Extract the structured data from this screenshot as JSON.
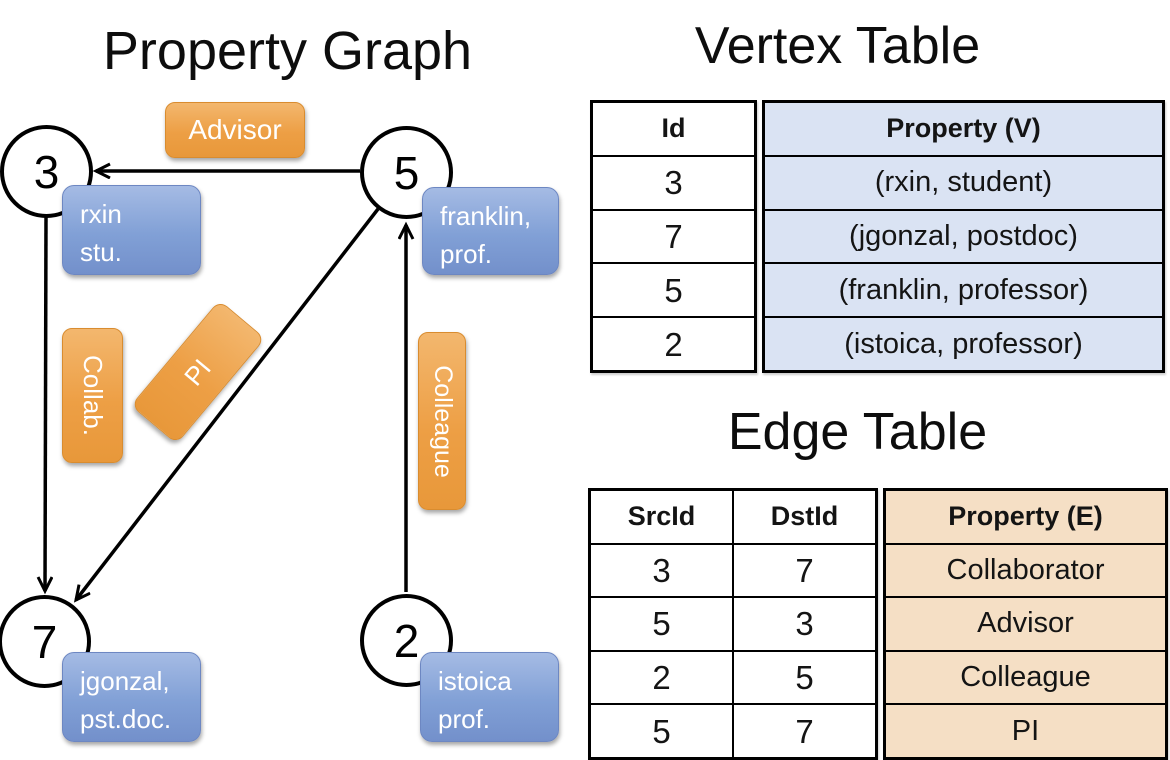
{
  "graph": {
    "title": "Property Graph",
    "nodes": [
      {
        "id": "3",
        "property_lines": [
          "rxin",
          "stu."
        ]
      },
      {
        "id": "5",
        "property_lines": [
          "franklin,",
          "prof."
        ]
      },
      {
        "id": "7",
        "property_lines": [
          "jgonzal,",
          "pst.doc."
        ]
      },
      {
        "id": "2",
        "property_lines": [
          "istoica",
          "prof."
        ]
      }
    ],
    "edge_labels": {
      "advisor": "Advisor",
      "collab": "Collab.",
      "pi": "PI",
      "colleague": "Colleague"
    },
    "edges": [
      {
        "src": "5",
        "dst": "3",
        "label": "Advisor"
      },
      {
        "src": "3",
        "dst": "7",
        "label": "Collab."
      },
      {
        "src": "5",
        "dst": "7",
        "label": "PI"
      },
      {
        "src": "2",
        "dst": "5",
        "label": "Colleague"
      }
    ]
  },
  "vertex_table": {
    "title": "Vertex Table",
    "columns": [
      "Id",
      "Property (V)"
    ],
    "rows": [
      [
        "3",
        "(rxin, student)"
      ],
      [
        "7",
        "(jgonzal, postdoc)"
      ],
      [
        "5",
        "(franklin, professor)"
      ],
      [
        "2",
        "(istoica, professor)"
      ]
    ]
  },
  "edge_table": {
    "title": "Edge Table",
    "columns": [
      "SrcId",
      "DstId",
      "Property (E)"
    ],
    "rows": [
      [
        "3",
        "7",
        "Collaborator"
      ],
      [
        "5",
        "3",
        "Advisor"
      ],
      [
        "2",
        "5",
        "Colleague"
      ],
      [
        "5",
        "7",
        "PI"
      ]
    ]
  },
  "colors": {
    "vertex_property_cell_fill": "#dae3f3",
    "edge_property_cell_fill": "#f5dfc5",
    "edge_label_orange": "#ed9f45",
    "vertex_label_blue": "#81a0d6",
    "line_color": "#000000"
  }
}
